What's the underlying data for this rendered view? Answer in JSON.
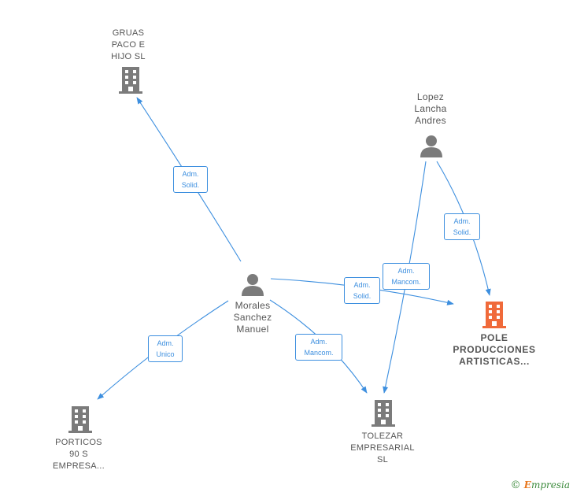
{
  "colors": {
    "edge": "#3d8fdf",
    "company": "#7b7b7b",
    "focus_company": "#f06a3a",
    "person": "#7b7b7b"
  },
  "nodes": {
    "gruas": {
      "label": "GRUAS\nPACO E\nHIJO  SL",
      "icon": "building-icon"
    },
    "lopez": {
      "label": "Lopez\nLancha\nAndres",
      "icon": "person-icon"
    },
    "morales": {
      "label": "Morales\nSanchez\nManuel",
      "icon": "person-icon"
    },
    "pole": {
      "label": "POLE\nPRODUCCIONES\nARTISTICAS...",
      "icon": "building-icon"
    },
    "porticos": {
      "label": "PORTICOS\n90 S\nEMPRESA...",
      "icon": "building-icon"
    },
    "tolezar": {
      "label": "TOLEZAR\nEMPRESARIAL\nSL",
      "icon": "building-icon"
    }
  },
  "edges": [
    {
      "from": "morales",
      "to": "gruas",
      "label": "Adm.\nSolid."
    },
    {
      "from": "morales",
      "to": "pole",
      "label": "Adm.\nSolid."
    },
    {
      "from": "morales",
      "to": "tolezar",
      "label": "Adm.\nMancom."
    },
    {
      "from": "morales",
      "to": "porticos",
      "label": "Adm.\nUnico"
    },
    {
      "from": "lopez",
      "to": "tolezar",
      "label": "Adm.\nMancom."
    },
    {
      "from": "lopez",
      "to": "pole",
      "label": "Adm.\nSolid."
    }
  ],
  "copyright": {
    "symbol": "©",
    "brand_first": "E",
    "brand_rest": "mpresia"
  }
}
